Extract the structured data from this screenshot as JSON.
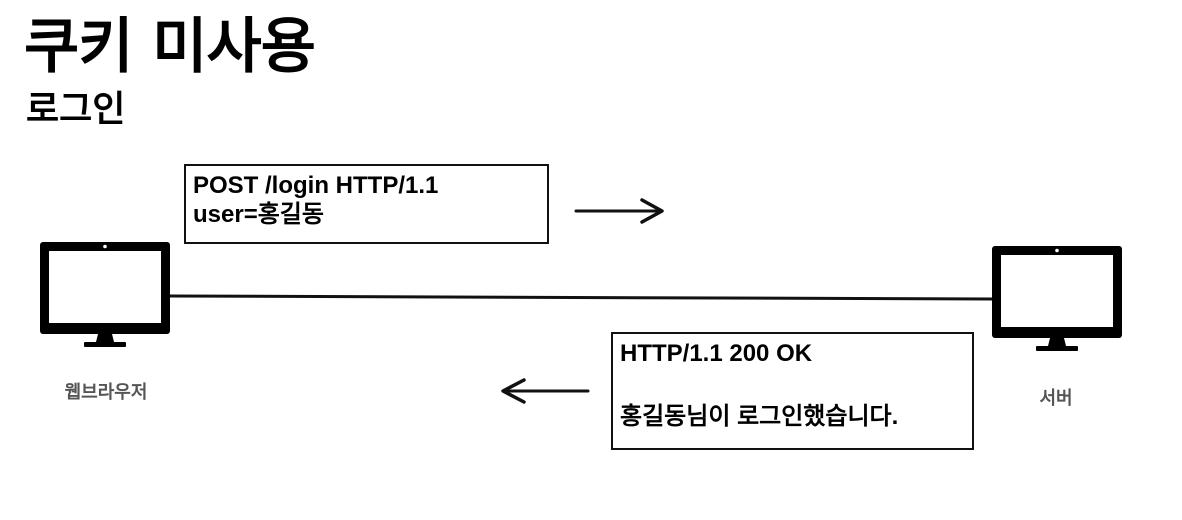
{
  "title": "쿠키 미사용",
  "subtitle": "로그인",
  "request": {
    "line1": "POST /login HTTP/1.1",
    "line2": "user=홍길동"
  },
  "response": {
    "line1": "HTTP/1.1 200 OK",
    "line2": "홍길동님이 로그인했습니다."
  },
  "client_label": "웹브라우저",
  "server_label": "서버",
  "colors": {
    "ink": "#000000",
    "caption": "#555555",
    "background": "#ffffff"
  },
  "icons": {
    "client": "monitor-icon",
    "server": "monitor-icon",
    "request_direction": "arrow-right-icon",
    "response_direction": "arrow-left-icon"
  }
}
